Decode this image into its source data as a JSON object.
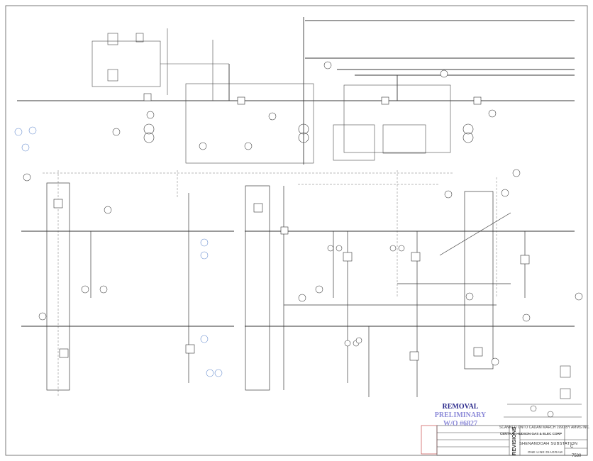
{
  "stamp": {
    "line1": "REMOVAL",
    "line2": "PRELIMINARY",
    "line3": "W/O #6827"
  },
  "title_block": {
    "scan_note": "SCANNED ONTO CADAM MARCH 1990 BY AMMS INC.",
    "company": "CENTRAL HUDSON GAS & ELEC CORP",
    "title": "SHENANDOAH SUBSTATION",
    "subtitle": "ONE LINE DIAGRAM",
    "revisions_label": "REVISIONS",
    "sheet_no": "C",
    "drawing_no": "7580"
  },
  "colors": {
    "ink": "#3a3a3a",
    "stamp_dark": "#2c2a8c",
    "stamp_light": "#8c8ad8",
    "markup_blue": "#6a8fd0",
    "markup_red": "#c03030"
  }
}
